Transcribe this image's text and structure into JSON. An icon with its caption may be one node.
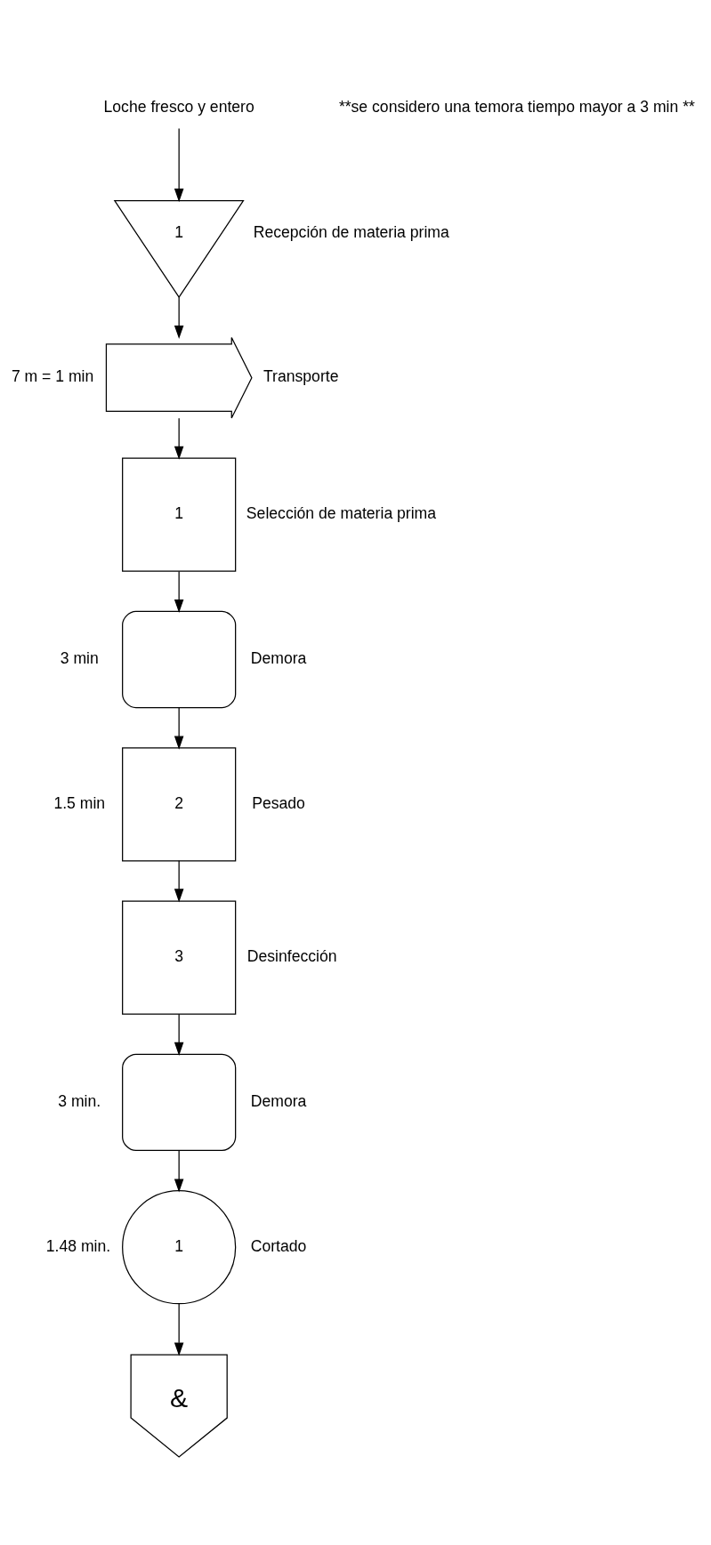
{
  "diagram": {
    "nodes": [
      {
        "text": [
          "Loche fresco y entero"
        ]
      },
      {
        "text": [
          "1"
        ],
        "beside": [
          "Recepción de materia prima"
        ]
      },
      {
        "text": [],
        "shape": "arrow",
        "beside": [
          "7 m = 1 min",
          "Transporte"
        ]
      },
      {
        "text": [
          "1"
        ],
        "beside": [
          "Selección de materia prima"
        ]
      },
      {
        "text": [],
        "shape": "box",
        "beside": [
          "3 min",
          "Demora"
        ]
      },
      {
        "text": [
          "2"
        ],
        "beside": [
          "1.5 min",
          "Pesado"
        ]
      },
      {
        "text": [
          "3"
        ],
        "beside": [
          "Desinfección"
        ]
      },
      {
        "text": [],
        "shape": "box",
        "beside": [
          "3 min.",
          "Demora"
        ]
      },
      {
        "text": [
          "1"
        ],
        "beside": [
          "1.48 min.",
          "Cortado"
        ]
      },
      {
        "text": [
          "&"
        ]
      }
    ],
    "edges": [
      {
        "from": 0,
        "to": 1,
        "arrow": "to"
      },
      {
        "from": 1,
        "to": 2,
        "arrow": "to"
      },
      {
        "from": 2,
        "to": 3,
        "arrow": "to"
      },
      {
        "from": 3,
        "to": 4,
        "arrow": "to"
      },
      {
        "from": 4,
        "to": 5,
        "arrow": "to"
      },
      {
        "from": 5,
        "to": 6,
        "arrow": "to"
      },
      {
        "from": 6,
        "to": 7,
        "arrow": "to"
      },
      {
        "from": 7,
        "to": 8,
        "arrow": "to"
      },
      {
        "from": 8,
        "to": 9,
        "arrow": "to"
      }
    ],
    "labels": [
      "**se considero una temora tiempo mayor a 3 min **"
    ]
  }
}
